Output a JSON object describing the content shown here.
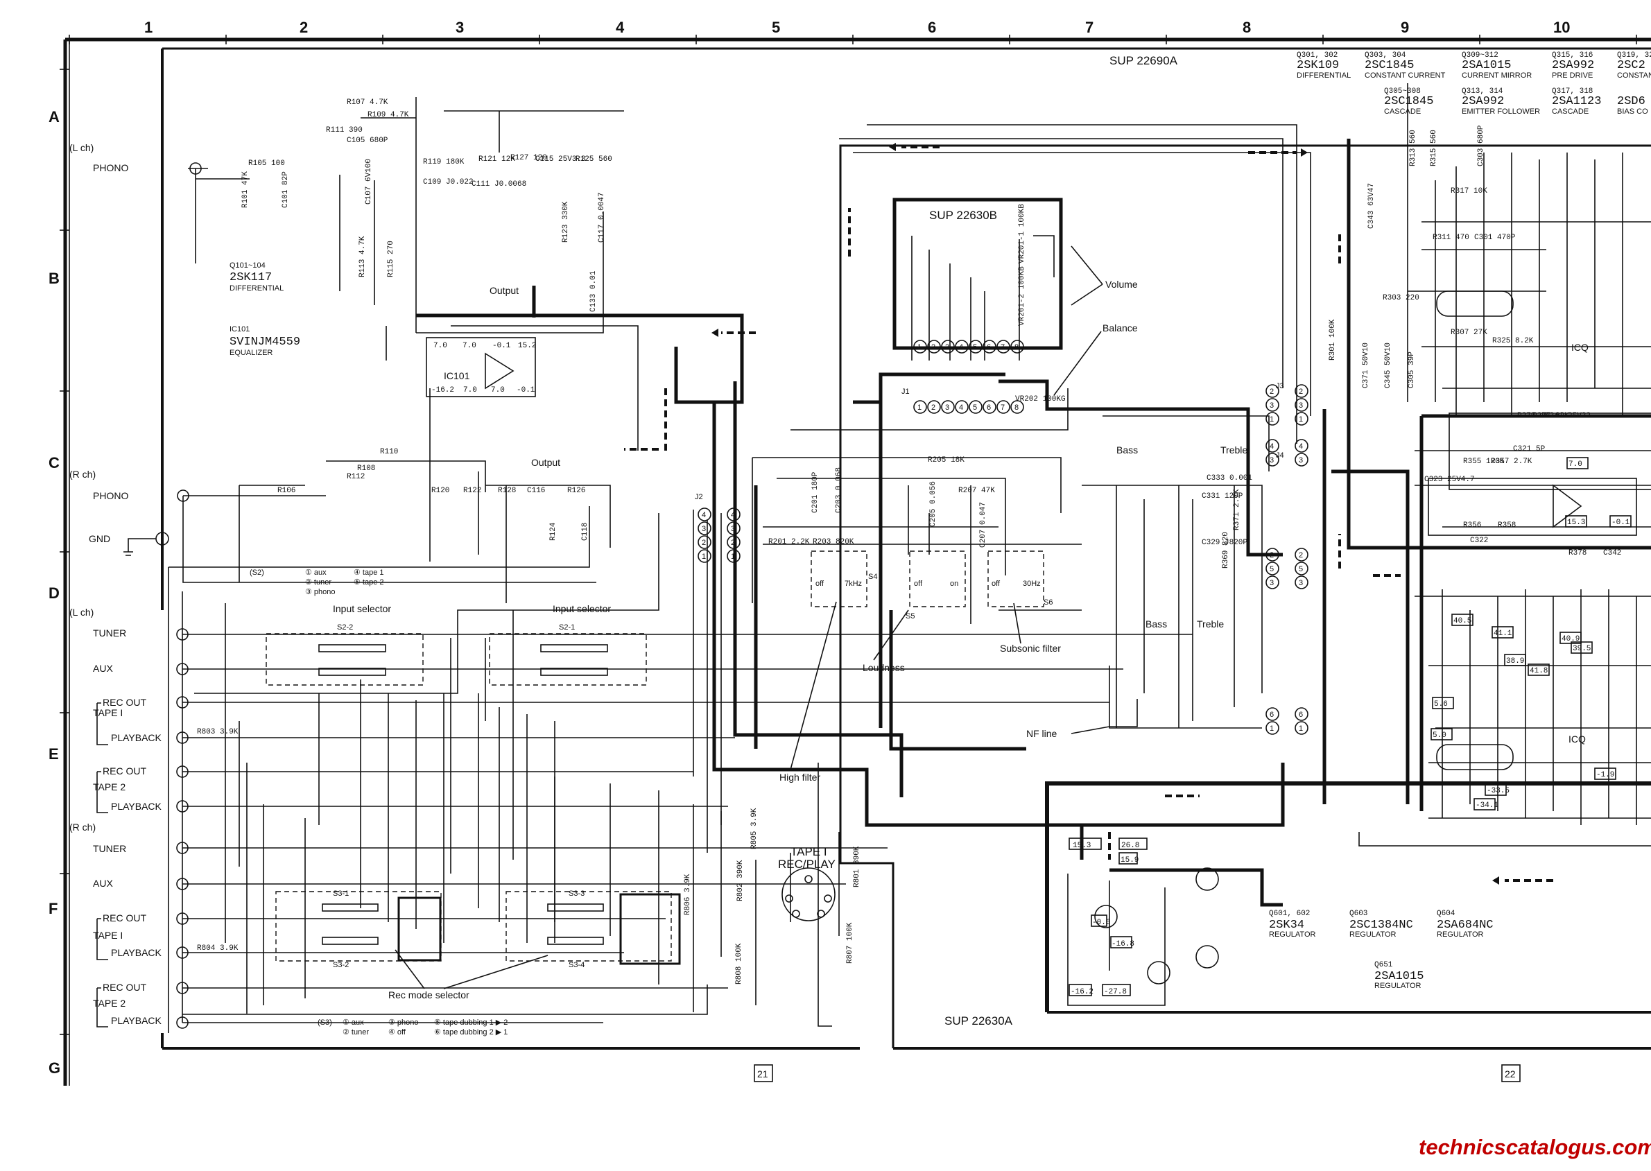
{
  "grid": {
    "columns": [
      "1",
      "2",
      "3",
      "4",
      "5",
      "6",
      "7",
      "8",
      "9",
      "10"
    ],
    "rows": [
      "A",
      "B",
      "C",
      "D",
      "E",
      "F",
      "G"
    ]
  },
  "boards": {
    "main": "SUP 22690A",
    "control": "SUP 22630B",
    "bottom": "SUP 22630A"
  },
  "page_numbers": {
    "left": "21",
    "right": "22"
  },
  "watermark": "technicscatalogus.com",
  "inputs": {
    "l_ch": "(L ch)",
    "r_ch": "(R ch)",
    "phono": "PHONO",
    "gnd": "GND",
    "tuner": "TUNER",
    "aux": "AUX",
    "rec_out": "REC OUT",
    "tape1": "TAPE I",
    "tape2": "TAPE 2",
    "playback": "PLAYBACK"
  },
  "blocks": {
    "q101_104": "Q101~104",
    "q101_part": "2SK117",
    "q101_role": "DIFFERENTIAL",
    "ic101": "IC101",
    "ic101_part": "SVINJM4559",
    "ic101_role": "EQUALIZER",
    "output": "Output",
    "input_selector": "Input selector",
    "rec_mode_selector": "Rec mode selector",
    "tape1_recplay": "TAPE I",
    "tape1_recplay2": "REC/PLAY",
    "volume": "Volume",
    "balance": "Balance",
    "bass": "Bass",
    "treble": "Treble",
    "high_filter": "High filter",
    "loudness": "Loudness",
    "subsonic_filter": "Subsonic filter",
    "nf_line": "NF line",
    "icq": "ICQ"
  },
  "s2_legend": {
    "title": "(S2)",
    "items": [
      "① aux",
      "② tuner",
      "③ phono",
      "④ tape 1",
      "⑤ tape 2"
    ]
  },
  "s3_legend": {
    "title": "(S3)",
    "items": [
      "① aux",
      "② tuner",
      "③ phono",
      "④ off",
      "⑤ tape dubbing 1 ▶ 2",
      "⑥ tape dubbing 2 ▶ 1"
    ]
  },
  "transistor_table": [
    {
      "ref": "Q301, 302",
      "part": "2SK109",
      "role": "DIFFERENTIAL"
    },
    {
      "ref": "Q303, 304",
      "part": "2SC1845",
      "role": "CONSTANT CURRENT"
    },
    {
      "ref": "Q309~312",
      "part": "2SA1015",
      "role": "CURRENT MIRROR"
    },
    {
      "ref": "Q315, 316",
      "part": "2SA992",
      "role": "PRE DRIVE"
    },
    {
      "ref": "Q319, 32",
      "part": "2SC2",
      "role": "CONSTAN"
    },
    {
      "ref": "Q305~308",
      "part": "2SC1845",
      "role": "CASCADE"
    },
    {
      "ref": "Q313, 314",
      "part": "2SA992",
      "role": "EMITTER FOLLOWER"
    },
    {
      "ref": "Q317, 318",
      "part": "2SA1123",
      "role": "CASCADE"
    },
    {
      "ref": "",
      "part": "2SD6",
      "role": "BIAS CO"
    }
  ],
  "regulators": [
    {
      "ref": "Q601, 602",
      "part": "2SK34",
      "role": "REGULATOR"
    },
    {
      "ref": "Q603",
      "part": "2SC1384NC",
      "role": "REGULATOR"
    },
    {
      "ref": "Q604",
      "part": "2SA684NC",
      "role": "REGULATOR"
    },
    {
      "ref": "Q651",
      "part": "2SA1015",
      "role": "REGULATOR"
    }
  ],
  "connectors": {
    "j1": "J1",
    "j2": "J2",
    "j3": "J3",
    "j4": "J4"
  },
  "ic_pins_top": [
    "7.0",
    "7.0",
    "-0.1",
    "15.2"
  ],
  "ic_pins_bottom": [
    "-16.2",
    "7.0",
    "7.0",
    "-0.1"
  ],
  "components_upper": [
    {
      "ref": "R105",
      "val": "100"
    },
    {
      "ref": "R107",
      "val": "4.7K"
    },
    {
      "ref": "R109",
      "val": "4.7K"
    },
    {
      "ref": "R111",
      "val": "390"
    },
    {
      "ref": "C105",
      "val": "680P"
    },
    {
      "ref": "R119",
      "val": "180K"
    },
    {
      "ref": "R121",
      "val": "12K"
    },
    {
      "ref": "R127",
      "val": "120"
    },
    {
      "ref": "C115",
      "val": "25V3.3"
    },
    {
      "ref": "R125",
      "val": "560"
    },
    {
      "ref": "C109",
      "val": "J0.022"
    },
    {
      "ref": "C111",
      "val": "J0.0068"
    },
    {
      "ref": "R123",
      "val": "330K"
    },
    {
      "ref": "C117",
      "val": "0.0047"
    },
    {
      "ref": "C133",
      "val": "0.01"
    },
    {
      "ref": "R113",
      "val": "4.7K"
    },
    {
      "ref": "R115",
      "val": "270"
    },
    {
      "ref": "C107",
      "val": "6V100"
    },
    {
      "ref": "R101",
      "val": "47K"
    },
    {
      "ref": "C101",
      "val": "82P"
    }
  ],
  "components_lower": [
    {
      "ref": "R106",
      "val": ""
    },
    {
      "ref": "R108",
      "val": ""
    },
    {
      "ref": "R110",
      "val": ""
    },
    {
      "ref": "R112",
      "val": ""
    },
    {
      "ref": "R120",
      "val": ""
    },
    {
      "ref": "R122",
      "val": ""
    },
    {
      "ref": "R128",
      "val": ""
    },
    {
      "ref": "C116",
      "val": ""
    },
    {
      "ref": "R126",
      "val": ""
    },
    {
      "ref": "R124",
      "val": ""
    },
    {
      "ref": "C118",
      "val": ""
    }
  ],
  "components_tone": [
    {
      "ref": "R201",
      "val": "2.2K"
    },
    {
      "ref": "R203",
      "val": "820K"
    },
    {
      "ref": "R205",
      "val": "18K"
    },
    {
      "ref": "R207",
      "val": "47K"
    },
    {
      "ref": "C201",
      "val": "180P"
    },
    {
      "ref": "C203",
      "val": "0.068"
    },
    {
      "ref": "C205",
      "val": "0.056"
    },
    {
      "ref": "C207",
      "val": "0.047"
    },
    {
      "ref": "VR202",
      "val": "100KG"
    },
    {
      "ref": "VR201-1",
      "val": "100KB"
    },
    {
      "ref": "VR201-2",
      "val": "100KB"
    },
    {
      "ref": "C331",
      "val": "120P"
    },
    {
      "ref": "C329",
      "val": "J820P"
    },
    {
      "ref": "R371",
      "val": "2.7K"
    },
    {
      "ref": "C333",
      "val": "0.001"
    },
    {
      "ref": "R369",
      "val": "820"
    }
  ],
  "components_tape": [
    {
      "ref": "R803",
      "val": "3.9K"
    },
    {
      "ref": "R804",
      "val": "3.9K"
    },
    {
      "ref": "R801",
      "val": "390K"
    },
    {
      "ref": "R802",
      "val": "390K"
    },
    {
      "ref": "R805",
      "val": "3.9K"
    },
    {
      "ref": "R806",
      "val": "3.9K"
    },
    {
      "ref": "R807",
      "val": "100K"
    },
    {
      "ref": "R808",
      "val": "100K"
    }
  ],
  "components_amp": [
    {
      "ref": "R313",
      "val": "560"
    },
    {
      "ref": "R315",
      "val": "560"
    },
    {
      "ref": "C303",
      "val": "680P"
    },
    {
      "ref": "R317",
      "val": "10K"
    },
    {
      "ref": "R311",
      "val": "470"
    },
    {
      "ref": "C301",
      "val": "470P"
    },
    {
      "ref": "R307",
      "val": "27K"
    },
    {
      "ref": "R325",
      "val": "8.2K"
    },
    {
      "ref": "R303",
      "val": "220"
    },
    {
      "ref": "R301",
      "val": "100K"
    },
    {
      "ref": "C343",
      "val": "63V47"
    },
    {
      "ref": "C371",
      "val": "50V10"
    },
    {
      "ref": "C345",
      "val": "50V10"
    },
    {
      "ref": "C305",
      "val": "39P"
    },
    {
      "ref": "R355",
      "val": "120K"
    },
    {
      "ref": "R357",
      "val": "2.7K"
    },
    {
      "ref": "C321",
      "val": "5P"
    },
    {
      "ref": "C323",
      "val": "25V4.7"
    },
    {
      "ref": "R377",
      "val": "82K"
    },
    {
      "ref": "R379",
      "val": "1K"
    },
    {
      "ref": "C341",
      "val": "25V33"
    },
    {
      "ref": "R356",
      "val": ""
    },
    {
      "ref": "R358",
      "val": ""
    },
    {
      "ref": "C322",
      "val": ""
    },
    {
      "ref": "R378",
      "val": ""
    },
    {
      "ref": "C342",
      "val": ""
    }
  ],
  "regulator_voltages": [
    "15.3",
    "26.8",
    "15.9",
    "-16.8",
    "-16.2",
    "-27.8",
    "-0.6"
  ],
  "amp_voltages_upper": [
    "7.0",
    "15.3",
    "-0.1",
    "-1.9"
  ],
  "amp_voltages_lower": [
    "40.5",
    "41.1",
    "40.9",
    "39.5",
    "38.9",
    "41.8",
    "5.6",
    "5.0",
    "-33.5",
    "-34.1"
  ],
  "switches": {
    "s4_left": "off",
    "s4_right": "7kHz",
    "s5_left": "off",
    "s5_right": "on",
    "s6_left": "off",
    "s6_right": "30Hz",
    "s4": "S4",
    "s5": "S5",
    "s6": "S6",
    "s2_1": "S2-1",
    "s2_2": "S2-2",
    "s3_1": "S3-1",
    "s3_2": "S3-2",
    "s3_3": "S3-3",
    "s3_4": "S3-4"
  }
}
